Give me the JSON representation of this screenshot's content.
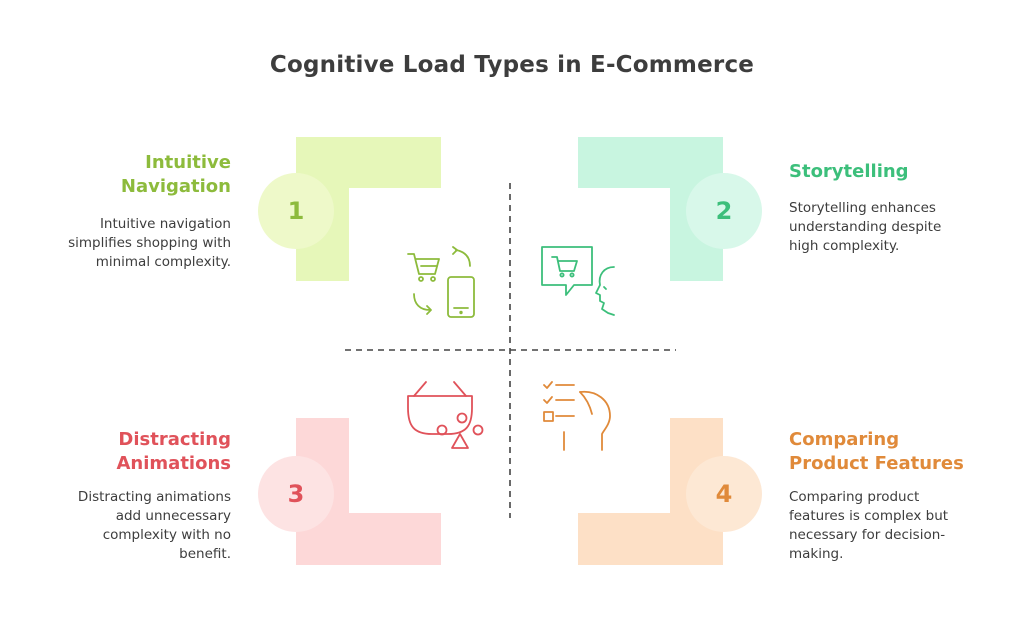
{
  "title": "Cognitive Load Types in E-Commerce",
  "colors": {
    "green": "#8dbb3c",
    "green_fill": "#e6f7b9",
    "green_circle": "#eef9c9",
    "teal": "#3cbf7b",
    "teal_fill": "#c8f5e0",
    "teal_circle": "#d8f8ea",
    "red": "#e0525a",
    "red_fill": "#fdd8d8",
    "red_circle": "#fde3e3",
    "orange": "#e08a3a",
    "orange_fill": "#fde0c6",
    "orange_circle": "#fde8d4"
  },
  "quadrants": [
    {
      "number": "1",
      "heading_line1": "Intuitive",
      "heading_line2": "Navigation",
      "desc_lines": [
        "Intuitive navigation",
        "simplifies shopping with",
        "minimal complexity."
      ],
      "icon": "cart-phone-sync-icon"
    },
    {
      "number": "2",
      "heading_line1": "Storytelling",
      "desc_lines": [
        "Storytelling enhances",
        "understanding despite",
        "high complexity."
      ],
      "icon": "cart-speech-head-icon"
    },
    {
      "number": "3",
      "heading_line1": "Distracting",
      "heading_line2": "Animations",
      "desc_lines": [
        "Distracting animations",
        "add unnecessary",
        "complexity with no",
        "benefit."
      ],
      "icon": "basket-shapes-icon"
    },
    {
      "number": "4",
      "heading_line1": "Comparing",
      "heading_line2": "Product Features",
      "desc_lines": [
        "Comparing product",
        "features is complex but",
        "necessary for decision-",
        "making."
      ],
      "icon": "checklist-head-icon"
    }
  ]
}
